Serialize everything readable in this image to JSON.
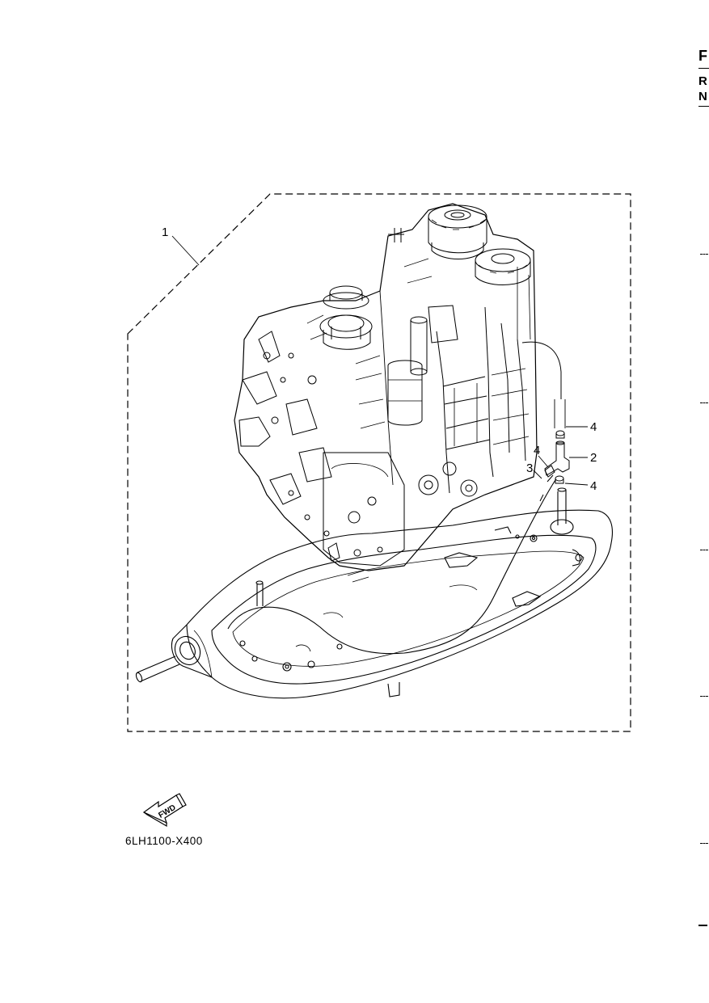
{
  "header": {
    "section_letters": [
      "F",
      "R",
      "N"
    ]
  },
  "diagram": {
    "callouts": [
      {
        "id": "c1",
        "label": "1",
        "part": "power-unit-assembly"
      },
      {
        "id": "c2",
        "label": "2",
        "part": "joint"
      },
      {
        "id": "c3",
        "label": "3",
        "part": "hose"
      },
      {
        "id": "c4a",
        "label": "4",
        "part": "clip"
      },
      {
        "id": "c4b",
        "label": "4",
        "part": "clip"
      },
      {
        "id": "c4c",
        "label": "4",
        "part": "clip"
      }
    ],
    "fwd_label": "FWD",
    "figure_code": "6LH1100-X400"
  },
  "icons": {
    "fwd_arrow": "fwd-direction-arrow-icon"
  }
}
